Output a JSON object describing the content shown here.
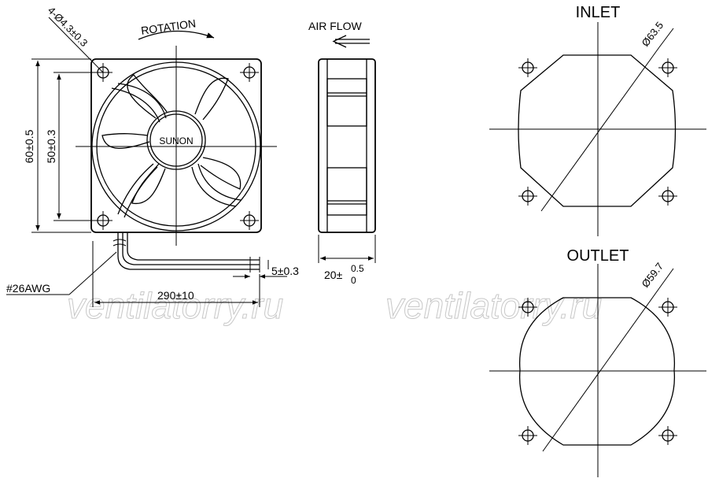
{
  "labels": {
    "rotation": "ROTATION",
    "air_flow": "AIR FLOW",
    "hole_spec": "4-Ø4.3±0.3",
    "brand": "SUNON",
    "dim_outer": "60±0.5",
    "dim_inner": "50±0.3",
    "wire_gauge": "#26AWG",
    "lead_length": "290±10",
    "strip_length": "5±0.3",
    "thickness_base": "20±",
    "thickness_upper": "0.5",
    "thickness_lower": "0",
    "inlet": "INLET",
    "inlet_dia": "Ø63.5",
    "outlet": "OUTLET",
    "outlet_dia": "Ø59.7"
  },
  "watermarks": [
    "ventilatorry.ru",
    "ventilatorry.ru"
  ]
}
